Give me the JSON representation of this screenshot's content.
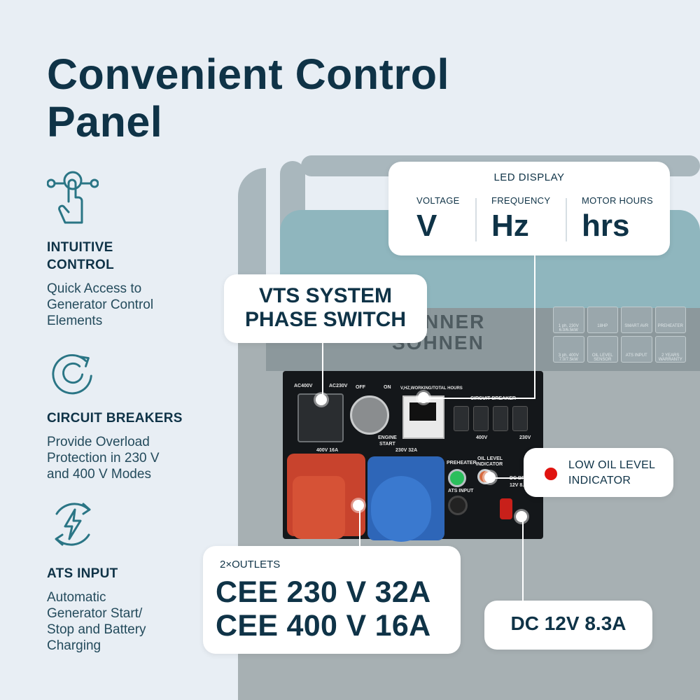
{
  "headline": [
    "Convenient Control",
    "Panel"
  ],
  "features": [
    {
      "icon": "touch-control-icon",
      "title": [
        "INTUITIVE",
        "CONTROL"
      ],
      "desc": [
        "Quick Access to",
        "Generator Control",
        "Elements"
      ]
    },
    {
      "icon": "circular-arrow-icon",
      "title": [
        "CIRCUIT BREAKERS"
      ],
      "desc": [
        "Provide Overload",
        "Protection in 230 V",
        "and 400 V Modes"
      ]
    },
    {
      "icon": "lightning-cycle-icon",
      "title": [
        "ATS INPUT"
      ],
      "desc": [
        "Automatic",
        "Generator Start/",
        "Stop and Battery",
        "Charging"
      ]
    }
  ],
  "led_display": {
    "title": "LED DISPLAY",
    "columns": [
      {
        "label": "VOLTAGE",
        "value": "V"
      },
      {
        "label": "FREQUENCY",
        "value": "Hz"
      },
      {
        "label": "MOTOR HOURS",
        "value": "hrs"
      }
    ]
  },
  "vts": {
    "lines": [
      "VTS SYSTEM",
      "PHASE SWITCH"
    ]
  },
  "oil": {
    "lines": [
      "LOW OIL LEVEL",
      "INDICATOR"
    ],
    "indicator_color": "#e0130f"
  },
  "outlets": {
    "count_label": "2×OUTLETS",
    "lines": [
      "CEE 230 V 32A",
      "CEE 400 V 16A"
    ]
  },
  "dc": {
    "label": "DC 12V 8.3A"
  },
  "generator": {
    "brand": [
      "KÖNNER",
      "SÖHNEN"
    ],
    "panel_labels": {
      "phase_left": "AC400V",
      "phase_right": "AC230V",
      "engine": [
        "OFF",
        "ON",
        "ENGINE",
        "START"
      ],
      "display": "V,HZ,WORKING/TOTAL HOURS",
      "breaker": "CIRCUIT BREAKER",
      "breaker_400": "400V",
      "breaker_230": "230V",
      "socket_400": "400V 16A",
      "socket_230": "230V 32A",
      "preheater": "PREHEATER",
      "oil_level": [
        "OIL LEVEL",
        "INDICATOR"
      ],
      "ats": "ATS INPUT",
      "dc": [
        "DC BREAKER",
        "12V 8.3A"
      ]
    },
    "feature_badges": [
      "1 ph. 230V 6.0/6.5kW",
      "18HP",
      "SMART AVR",
      "PREHEATER",
      "3 ph. 400V 7.0/7.5kW",
      "OIL LEVEL SENSOR",
      "ATS INPUT",
      "2 YEARS WARRANTY"
    ]
  },
  "colors": {
    "primary": "#0f3347",
    "background": "#e8eef4",
    "accent_red": "#e0130f"
  }
}
